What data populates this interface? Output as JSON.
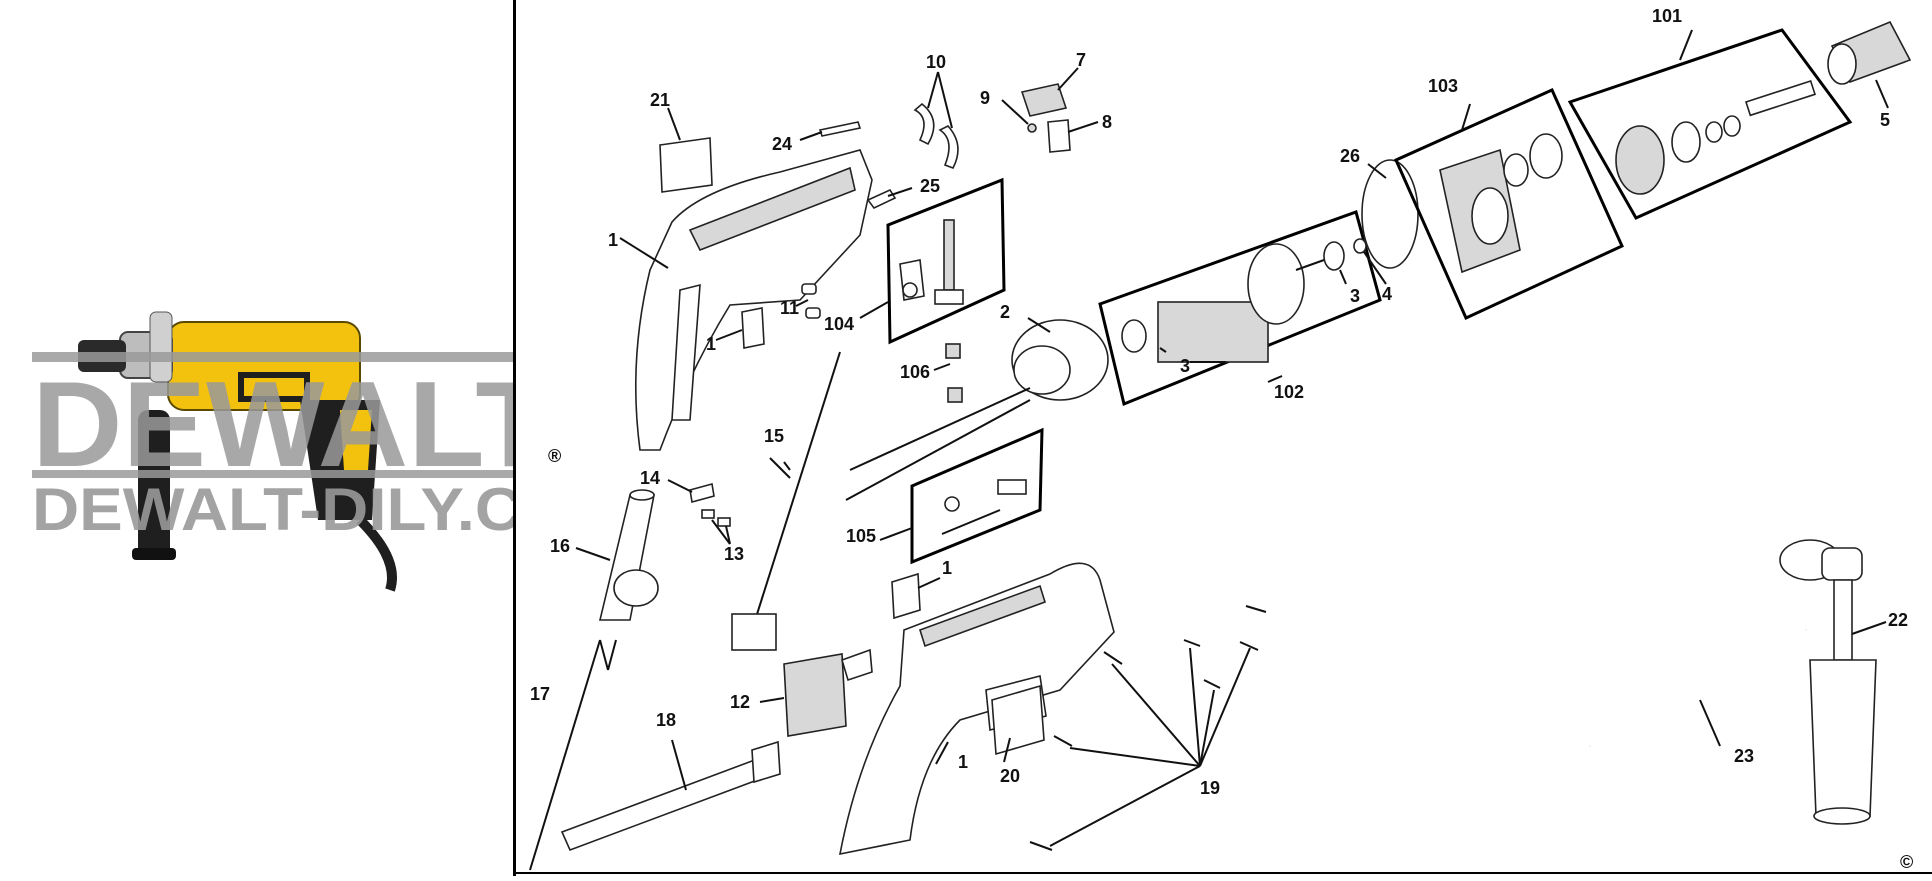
{
  "brand": {
    "logo_text": "DEWALT",
    "registered_mark": "®",
    "website": "DEWALT-DILY.CZ"
  },
  "copyright_mark": "©",
  "callouts": [
    "1",
    "1",
    "1",
    "1",
    "2",
    "3",
    "3",
    "4",
    "5",
    "7",
    "8",
    "9",
    "10",
    "11",
    "12",
    "13",
    "14",
    "15",
    "16",
    "17",
    "18",
    "19",
    "20",
    "21",
    "22",
    "23",
    "24",
    "25",
    "26",
    "101",
    "102",
    "103",
    "104",
    "105",
    "106"
  ],
  "colors": {
    "drill_yellow": "#f2c20f",
    "drill_black": "#1f1f1f",
    "watermark_gray": "#9a9a9a",
    "line": "#111111"
  }
}
